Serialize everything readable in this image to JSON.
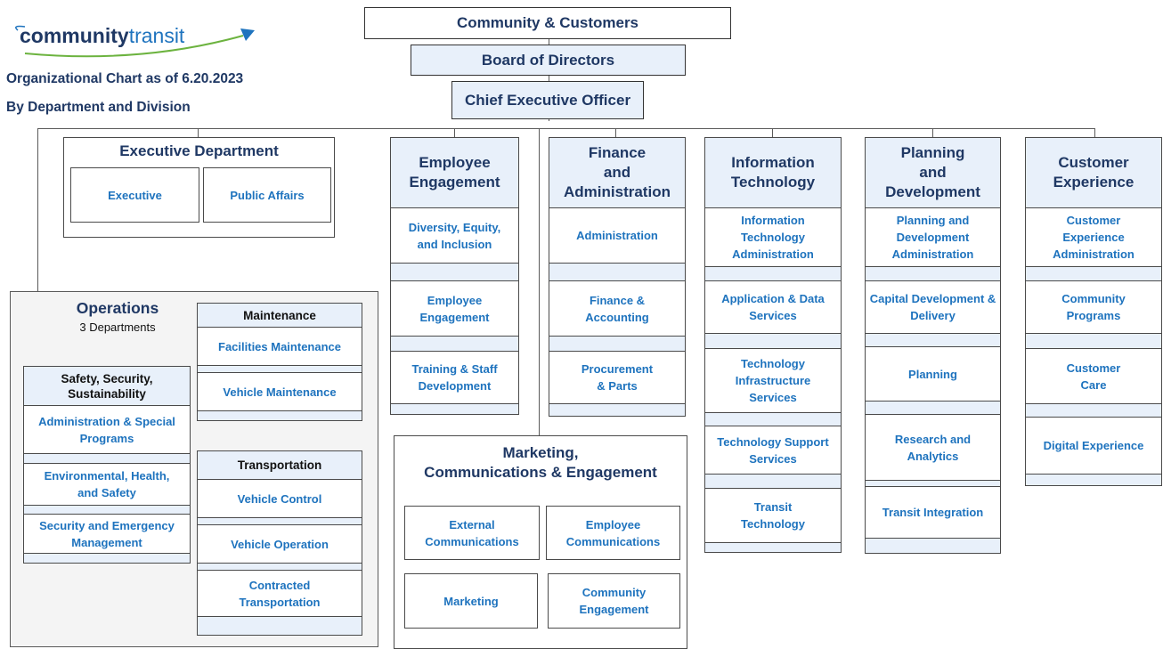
{
  "logo": {
    "part1": "community",
    "part2": "transit"
  },
  "header": {
    "title": "Organizational Chart as of 6.20.2023",
    "subtitle": "By Department and Division"
  },
  "top": {
    "community": "Community & Customers",
    "board": "Board of Directors",
    "ceo": "Chief Executive Officer"
  },
  "executive": {
    "title": "Executive Department",
    "divisions": [
      "Executive",
      "Public Affairs"
    ]
  },
  "employee_engagement": {
    "title": "Employee Engagement",
    "divisions": [
      "Diversity, Equity, and Inclusion",
      "Employee Engagement",
      "Training & Staff Development"
    ]
  },
  "finance": {
    "title_line1": "Finance",
    "title_line2": "and",
    "title_line3": "Administration",
    "divisions": [
      "Administration",
      "Finance & Accounting",
      "Procurement & Parts"
    ]
  },
  "it": {
    "title": "Information Technology",
    "divisions": [
      "Information Technology Administration",
      "Application & Data Services",
      "Technology Infrastructure Services",
      "Technology Support Services",
      "Transit Technology"
    ]
  },
  "planning": {
    "title_line1": "Planning",
    "title_line2": "and",
    "title_line3": "Development",
    "divisions": [
      "Planning and Development Administration",
      "Capital Development & Delivery",
      "Planning",
      "Research and Analytics",
      "Transit Integration"
    ]
  },
  "customer_experience": {
    "title": "Customer Experience",
    "divisions": [
      "Customer Experience Administration",
      "Community Programs",
      "Customer Care",
      "Digital Experience"
    ]
  },
  "marketing": {
    "title_line1": "Marketing,",
    "title_line2": "Communications & Engagement",
    "divisions": [
      "External Communications",
      "Employee Communications",
      "Marketing",
      "Community Engagement"
    ]
  },
  "operations": {
    "title": "Operations",
    "subtitle": "3 Departments",
    "safety": {
      "title": "Safety, Security, Sustainability",
      "divisions": [
        "Administration & Special Programs",
        "Environmental, Health, and Safety",
        "Security and Emergency Management"
      ]
    },
    "maintenance": {
      "title": "Maintenance",
      "divisions": [
        "Facilities Maintenance",
        "Vehicle Maintenance"
      ]
    },
    "transportation": {
      "title": "Transportation",
      "divisions": [
        "Vehicle Control",
        "Vehicle Operation",
        "Contracted Transportation"
      ]
    }
  },
  "colors": {
    "navy": "#1f3864",
    "blue": "#1e73be",
    "light_fill": "#e8f0fa"
  }
}
